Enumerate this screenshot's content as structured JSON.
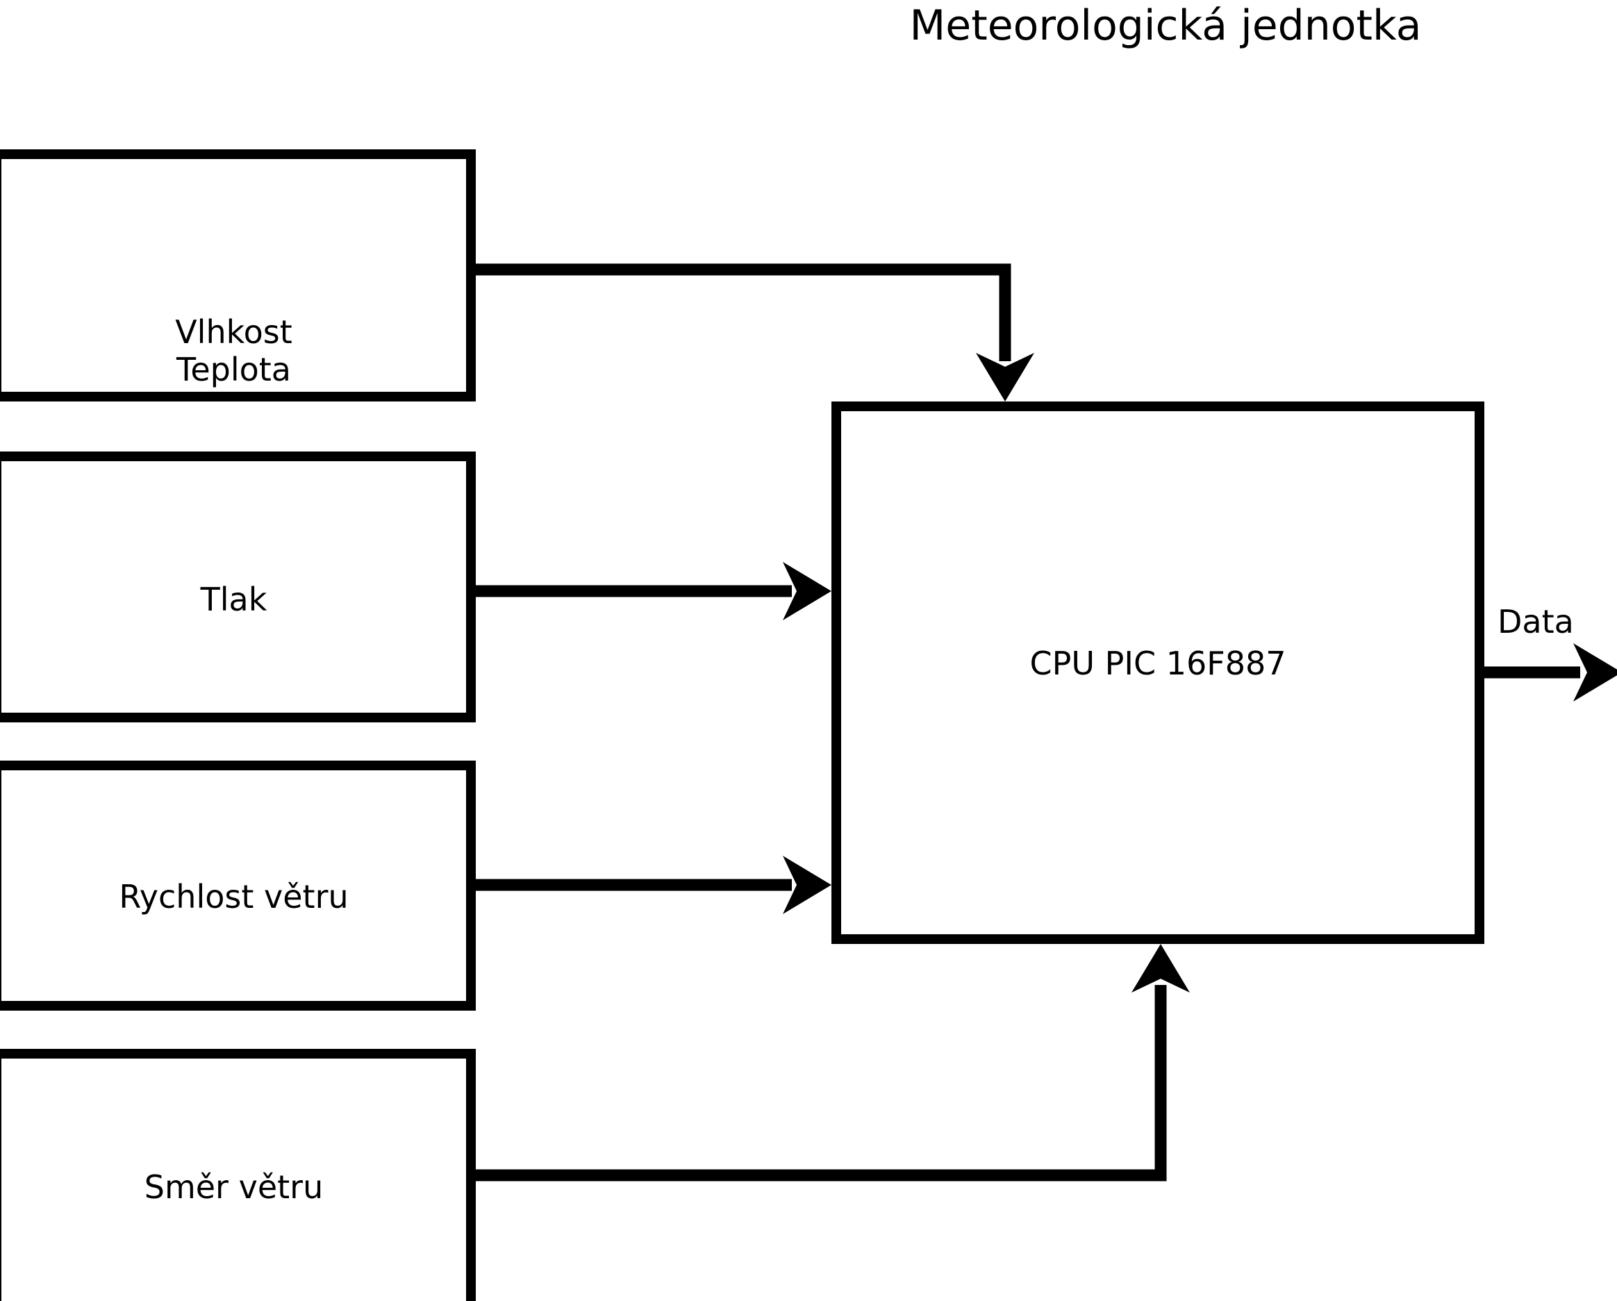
{
  "diagram": {
    "title": "Meteorologická jednotka",
    "type": "block-diagram",
    "background_color": "#ffffff",
    "line_color": "#000000",
    "nodes": [
      {
        "id": "humidity-temp",
        "label": "Vlhkost\nTeplota",
        "role": "sensor"
      },
      {
        "id": "pressure",
        "label": "Tlak",
        "role": "sensor"
      },
      {
        "id": "wind-speed",
        "label": "Rychlost větru",
        "role": "sensor"
      },
      {
        "id": "wind-direction",
        "label": "Směr větru",
        "role": "sensor"
      },
      {
        "id": "cpu",
        "label": "CPU PIC 16F887",
        "role": "processor"
      }
    ],
    "edges": [
      {
        "from": "humidity-temp",
        "to": "cpu",
        "style": "elbow",
        "arrow": "down"
      },
      {
        "from": "pressure",
        "to": "cpu",
        "style": "straight",
        "arrow": "right"
      },
      {
        "from": "wind-speed",
        "to": "cpu",
        "style": "straight",
        "arrow": "right"
      },
      {
        "from": "wind-direction",
        "to": "cpu",
        "style": "elbow",
        "arrow": "up"
      },
      {
        "from": "cpu",
        "to": "output",
        "style": "straight",
        "arrow": "right",
        "label": "Data"
      }
    ],
    "output_label": "Data"
  }
}
